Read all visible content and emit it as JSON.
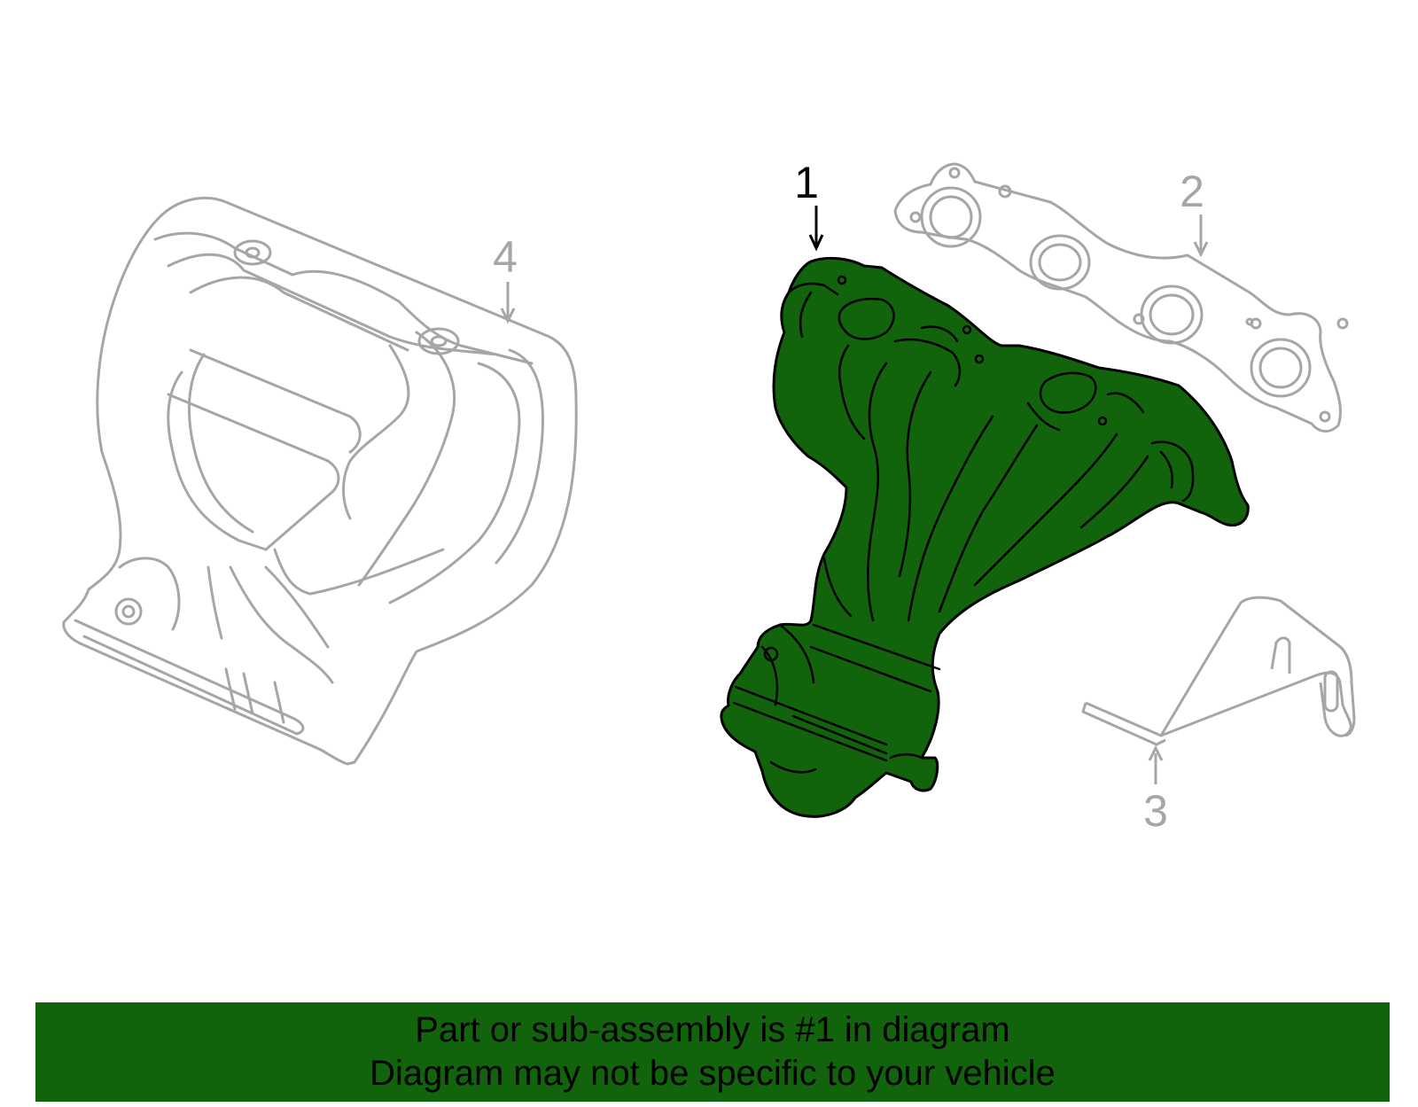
{
  "colors": {
    "highlight_fill": "#12640c",
    "faded_stroke": "#a6a6a6",
    "banner_bg": "#12640c",
    "text": "#000000"
  },
  "callouts": [
    {
      "label": "1",
      "part": "exhaust-manifold",
      "highlighted": true
    },
    {
      "label": "2",
      "part": "manifold-gasket",
      "highlighted": false
    },
    {
      "label": "3",
      "part": "support-bracket",
      "highlighted": false
    },
    {
      "label": "4",
      "part": "heat-shield",
      "highlighted": false
    }
  ],
  "banner": {
    "line1": "Part or sub-assembly is #1 in diagram",
    "line2": "Diagram may not be specific to your vehicle"
  }
}
